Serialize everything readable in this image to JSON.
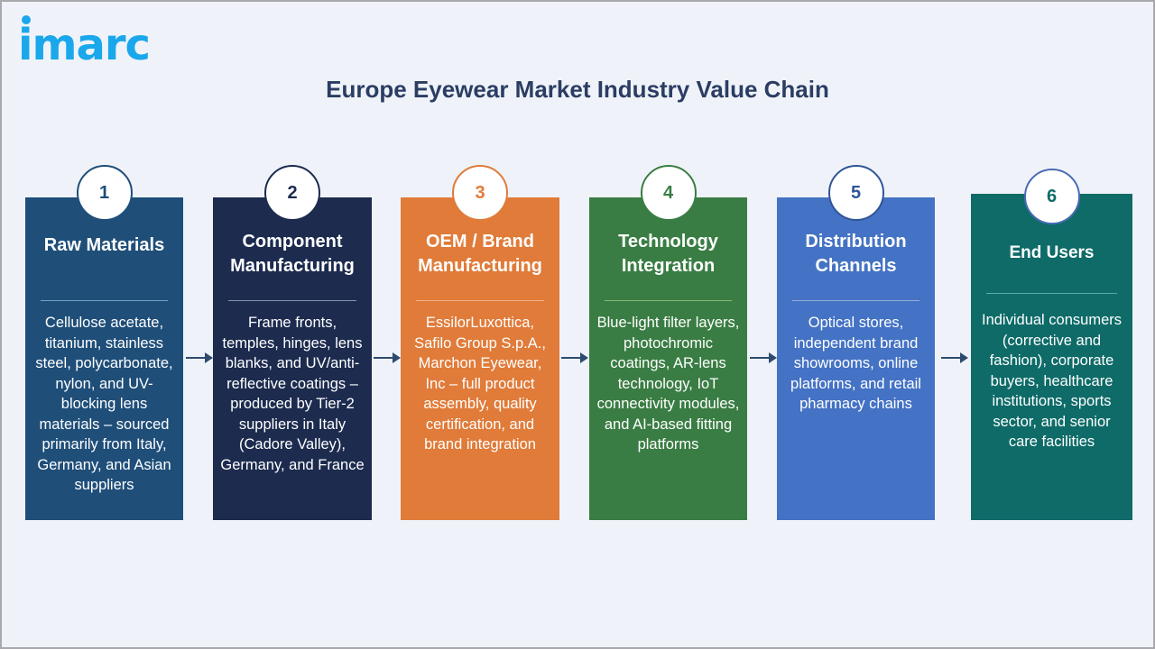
{
  "brand": {
    "logo_text": "imarc",
    "color": "#1aa7ec"
  },
  "title": "Europe Eyewear Market Industry Value Chain",
  "stages": [
    {
      "number": "1",
      "heading": "Raw Materials",
      "description": "Cellulose acetate, titanium, stainless steel, polycarbonate, nylon, and UV-blocking lens materials – sourced primarily from Italy, Germany, and Asian suppliers",
      "color": "#1f4e79"
    },
    {
      "number": "2",
      "heading": "Component Manufacturing",
      "description": "Frame fronts, temples, hinges, lens blanks, and UV/anti-reflective coatings – produced by Tier-2 suppliers in Italy (Cadore Valley), Germany, and France",
      "color": "#1c2b4e"
    },
    {
      "number": "3",
      "heading": "OEM / Brand Manufacturing",
      "description": "EssilorLuxottica, Safilo Group S.p.A., Marchon Eyewear, Inc – full product assembly, quality certification, and brand integration",
      "color": "#e07b39"
    },
    {
      "number": "4",
      "heading": "Technology Integration",
      "description": "Blue-light filter layers, photochromic coatings, AR-lens technology, IoT connectivity modules, and AI-based fitting platforms",
      "color": "#3a7d44"
    },
    {
      "number": "5",
      "heading": "Distribution Channels",
      "description": "Optical stores, independent brand showrooms, online platforms, and retail pharmacy chains",
      "color": "#4472c4"
    },
    {
      "number": "6",
      "heading": "End Users",
      "description": "Individual consumers (corrective and fashion), corporate buyers, healthcare institutions, sports sector, and senior care facilities",
      "color": "#0e6b68"
    }
  ]
}
